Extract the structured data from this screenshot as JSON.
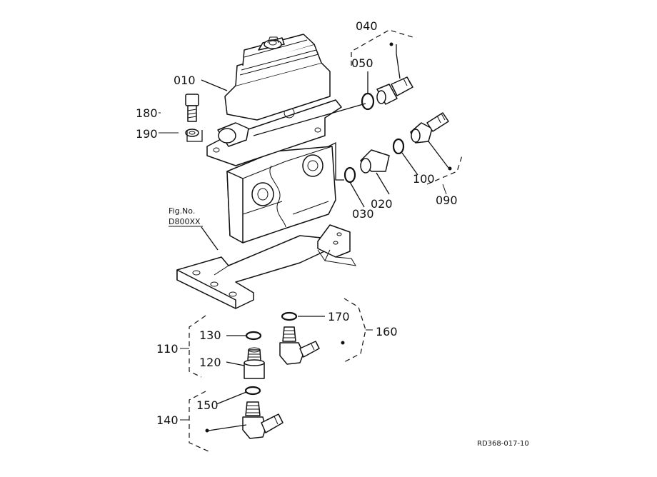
{
  "diagram": {
    "callouts": {
      "p010": "010",
      "p020": "020",
      "p030": "030",
      "p040": "040",
      "p050": "050",
      "p090": "090",
      "p100": "100",
      "p110": "110",
      "p120": "120",
      "p130": "130",
      "p140": "140",
      "p150": "150",
      "p160": "160",
      "p170": "170",
      "p180": "180",
      "p190": "190"
    },
    "figure_ref_line1": "Fig.No.",
    "figure_ref_line2": "D800XX",
    "drawing_number": "RD368-017-10"
  }
}
